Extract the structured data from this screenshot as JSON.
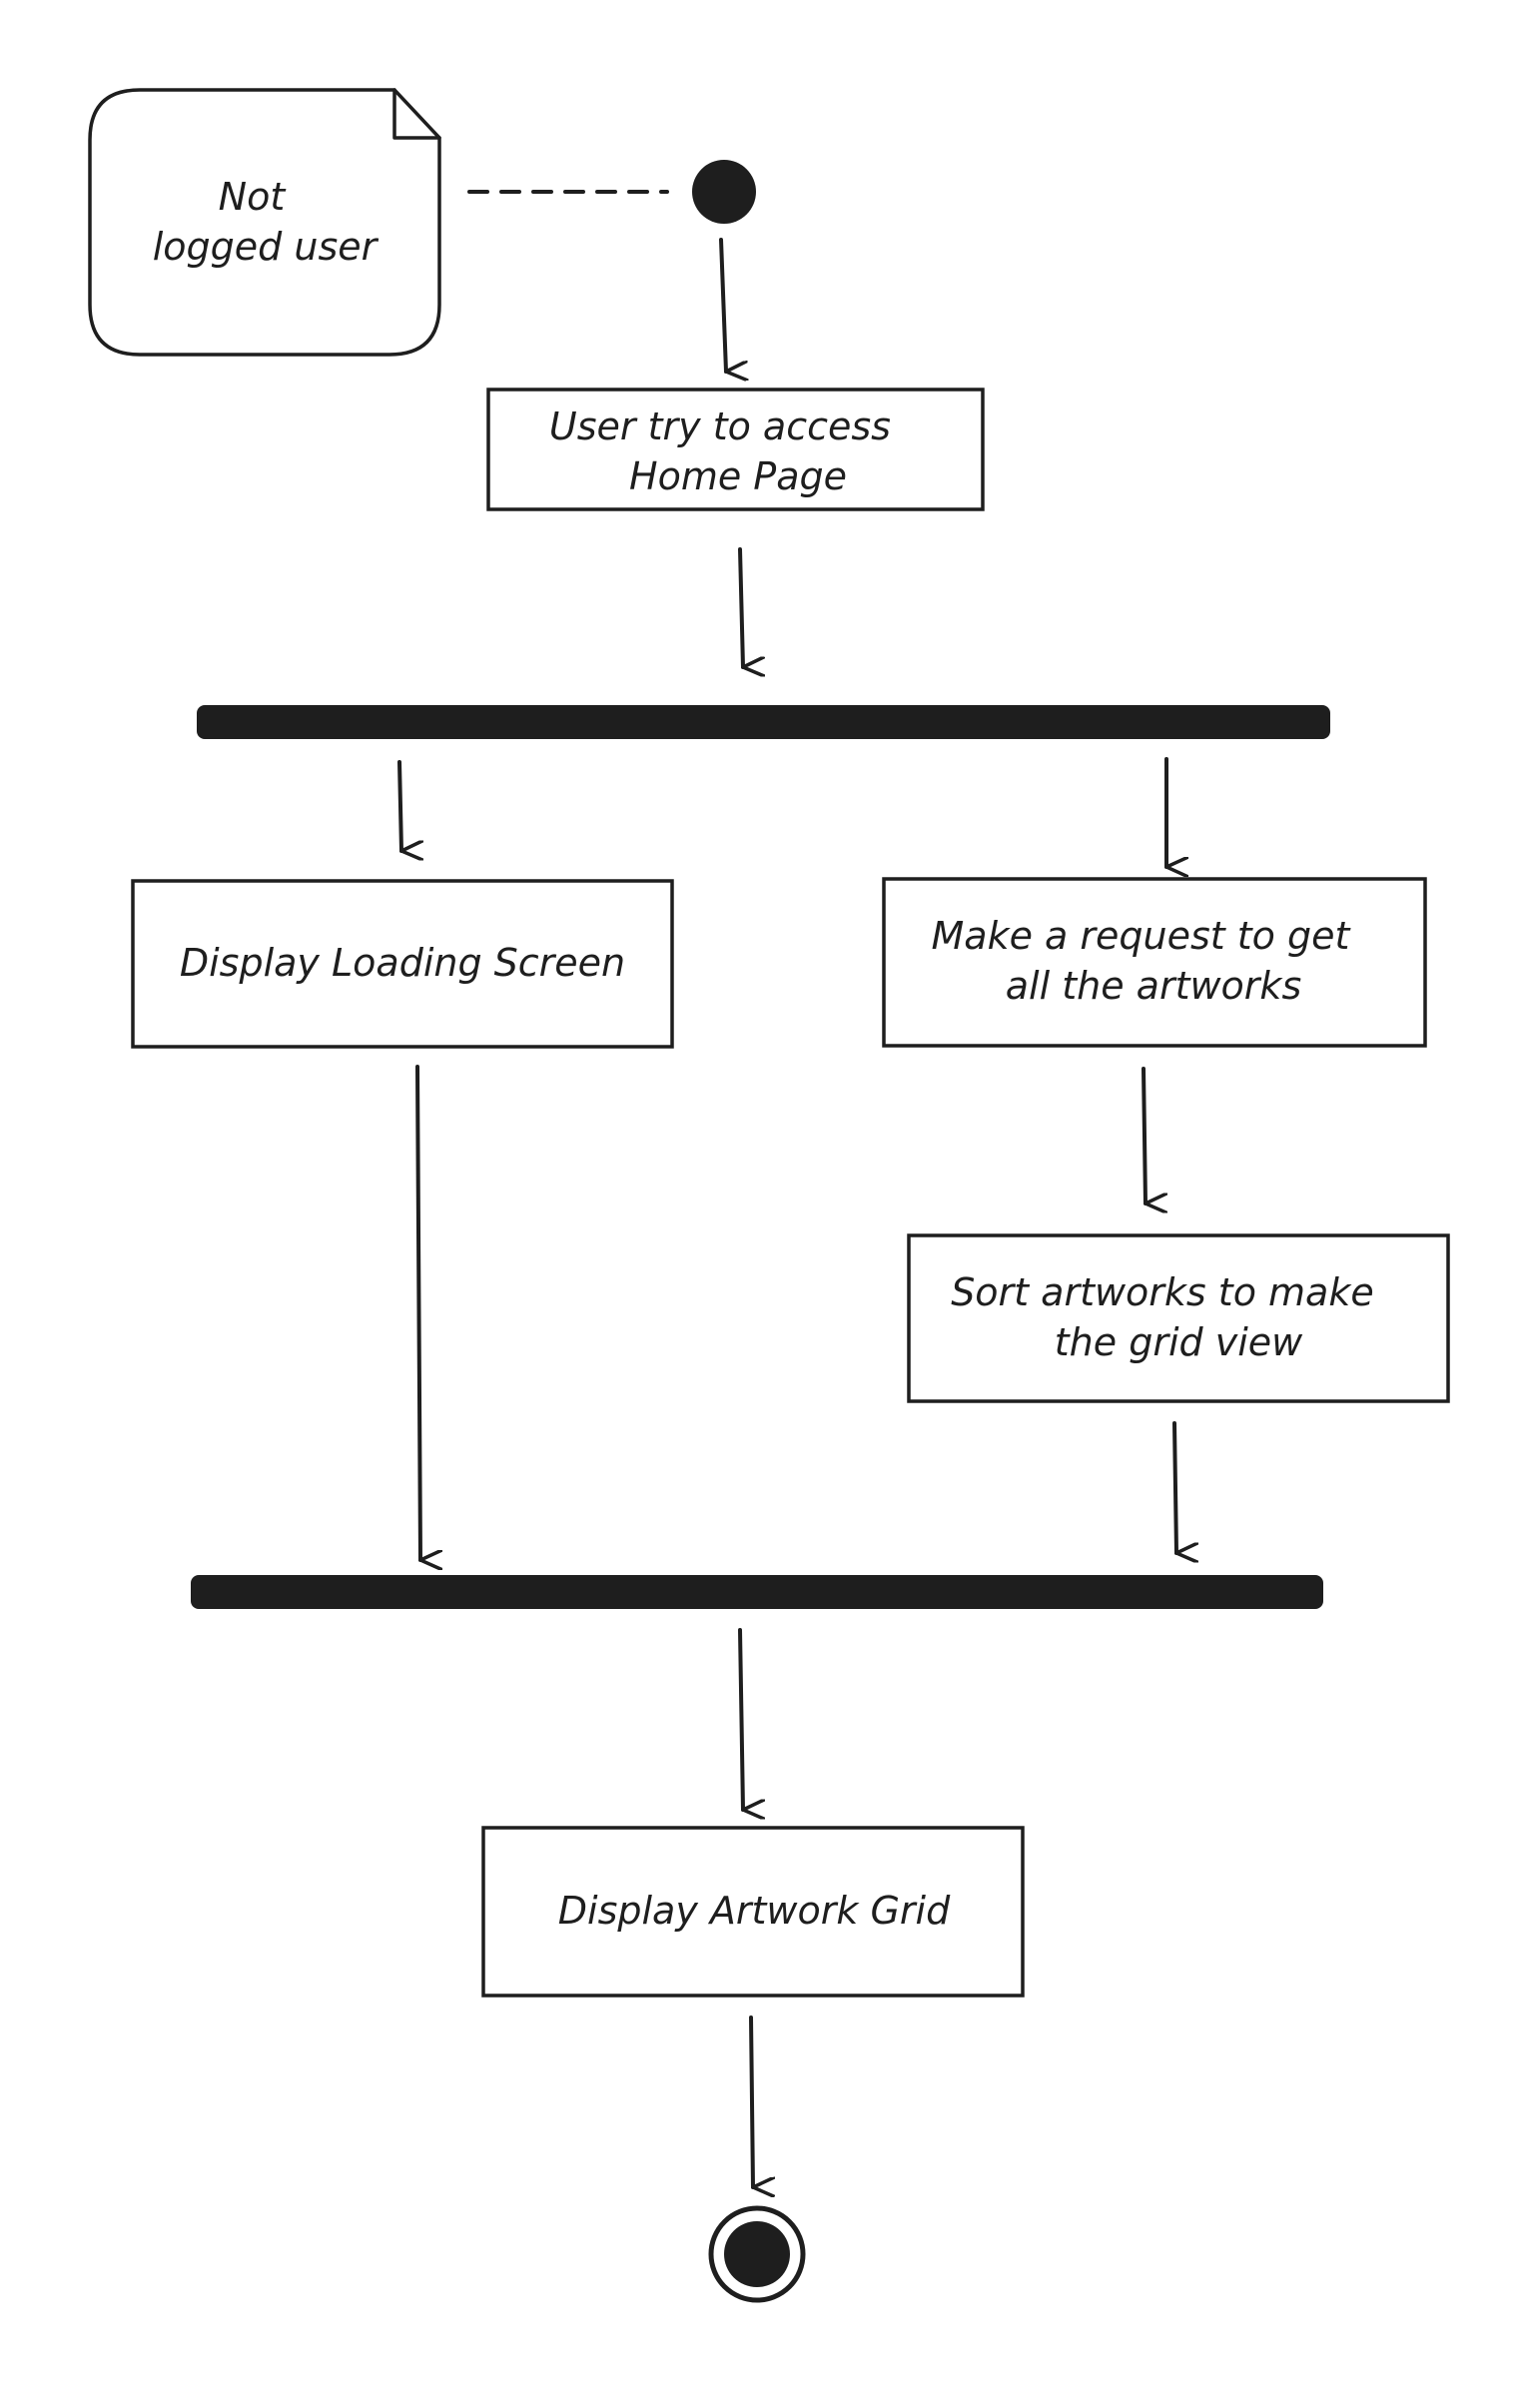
{
  "diagram": {
    "note": {
      "lines": [
        "Not",
        "logged user"
      ]
    },
    "actions": {
      "access_home": {
        "lines": [
          "User try to access",
          "Home Page"
        ]
      },
      "loading": {
        "lines": [
          "Display Loading Screen"
        ]
      },
      "request": {
        "lines": [
          "Make a request to get",
          "all the artworks"
        ]
      },
      "sort": {
        "lines": [
          "Sort artworks to make",
          "the grid view"
        ]
      },
      "display_grid": {
        "lines": [
          "Display Artwork Grid"
        ]
      }
    },
    "colors": {
      "ink": "#1e1e1e",
      "background": "#ffffff"
    }
  }
}
